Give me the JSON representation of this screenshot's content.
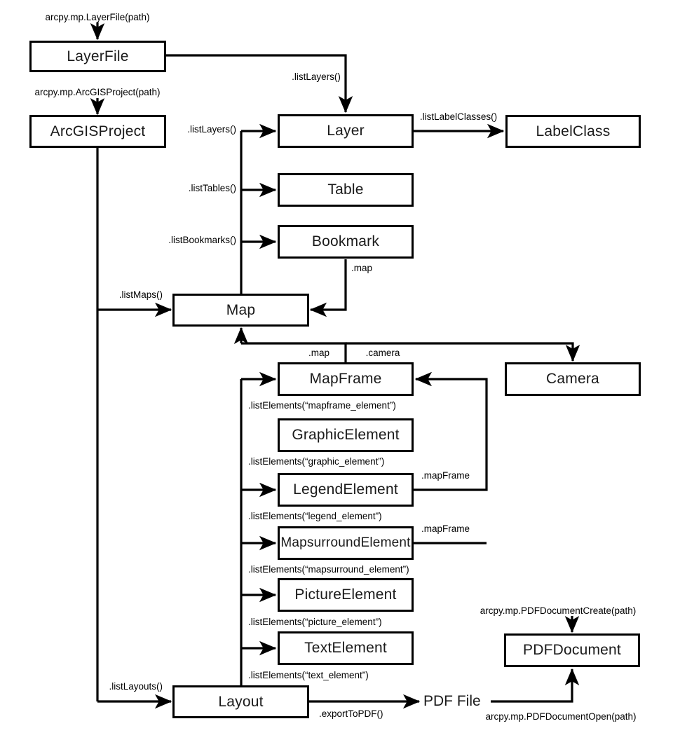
{
  "diagram": {
    "title": "arcpy.mp object model diagram",
    "background": "#ffffff",
    "stroke": "#000000",
    "nodes": [
      {
        "id": "layerfile",
        "label": "LayerFile"
      },
      {
        "id": "arcgisproject",
        "label": "ArcGISProject"
      },
      {
        "id": "layer",
        "label": "Layer"
      },
      {
        "id": "labelclass",
        "label": "LabelClass"
      },
      {
        "id": "table",
        "label": "Table"
      },
      {
        "id": "bookmark",
        "label": "Bookmark"
      },
      {
        "id": "map",
        "label": "Map"
      },
      {
        "id": "camera",
        "label": "Camera"
      },
      {
        "id": "mapframe",
        "label": "MapFrame"
      },
      {
        "id": "graphicelement",
        "label": "GraphicElement"
      },
      {
        "id": "legendelement",
        "label": "LegendElement"
      },
      {
        "id": "mapsurroundelement",
        "label": "MapsurroundElement"
      },
      {
        "id": "pictureelement",
        "label": "PictureElement"
      },
      {
        "id": "textelement",
        "label": "TextElement"
      },
      {
        "id": "layout",
        "label": "Layout"
      },
      {
        "id": "pdfdocument",
        "label": "PDFDocument"
      }
    ],
    "plain_labels": [
      {
        "id": "pdffile",
        "label": "PDF File"
      }
    ],
    "edge_labels": [
      {
        "id": "lbl-layerfile-ctor",
        "text": "arcpy.mp.LayerFile(path)"
      },
      {
        "id": "lbl-project-ctor",
        "text": "arcpy.mp.ArcGISProject(path)"
      },
      {
        "id": "lbl-listlayers-file",
        "text": ".listLayers()"
      },
      {
        "id": "lbl-listlayers-map",
        "text": ".listLayers()"
      },
      {
        "id": "lbl-listlabelclasses",
        "text": ".listLabelClasses()"
      },
      {
        "id": "lbl-listtables",
        "text": ".listTables()"
      },
      {
        "id": "lbl-listbookmarks",
        "text": ".listBookmarks()"
      },
      {
        "id": "lbl-bookmark-map",
        "text": ".map"
      },
      {
        "id": "lbl-listmaps",
        "text": ".listMaps()"
      },
      {
        "id": "lbl-mapframe-map",
        "text": ".map"
      },
      {
        "id": "lbl-mapframe-camera",
        "text": ".camera"
      },
      {
        "id": "lbl-le-mapframe-element",
        "text": ".listElements(“mapframe_element”)"
      },
      {
        "id": "lbl-le-graphic-element",
        "text": ".listElements(“graphic_element”)"
      },
      {
        "id": "lbl-le-legend-element",
        "text": ".listElements(“legend_element”)"
      },
      {
        "id": "lbl-le-mapsurround",
        "text": ".listElements(“mapsurround_element”)"
      },
      {
        "id": "lbl-le-picture-element",
        "text": ".listElements(“picture_element”)"
      },
      {
        "id": "lbl-le-text-element",
        "text": ".listElements(“text_element”)"
      },
      {
        "id": "lbl-legend-mapframe",
        "text": ".mapFrame"
      },
      {
        "id": "lbl-mapsurround-mapframe",
        "text": ".mapFrame"
      },
      {
        "id": "lbl-listlayouts",
        "text": ".listLayouts()"
      },
      {
        "id": "lbl-exporttopdf",
        "text": ".exportToPDF()"
      },
      {
        "id": "lbl-pdfcreate",
        "text": "arcpy.mp.PDFDocumentCreate(path)"
      },
      {
        "id": "lbl-pdfopen",
        "text": "arcpy.mp.PDFDocumentOpen(path)"
      }
    ]
  }
}
